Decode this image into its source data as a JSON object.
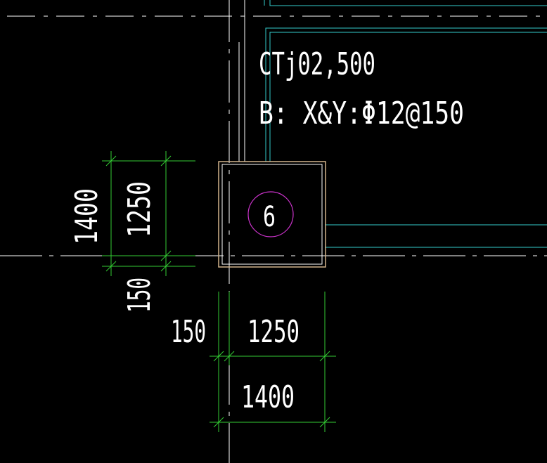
{
  "annotation": {
    "line1": "CTj02,500",
    "line2": "B:  X&Y:Φ12@150"
  },
  "pile_cap": {
    "number": "6"
  },
  "dimensions": {
    "vertical_total": "1400",
    "vertical_inner": "1250",
    "vertical_offset": "150",
    "horizontal_offset": "150",
    "horizontal_inner": "1250",
    "horizontal_total": "1400"
  },
  "colors": {
    "background": "#000000",
    "text": "#ffffff",
    "dimension": "#33cc33",
    "beam": "#33cccc",
    "cap_outline": "#d2b48c",
    "pile_circle": "#cc33cc",
    "axis": "#ffffff"
  }
}
